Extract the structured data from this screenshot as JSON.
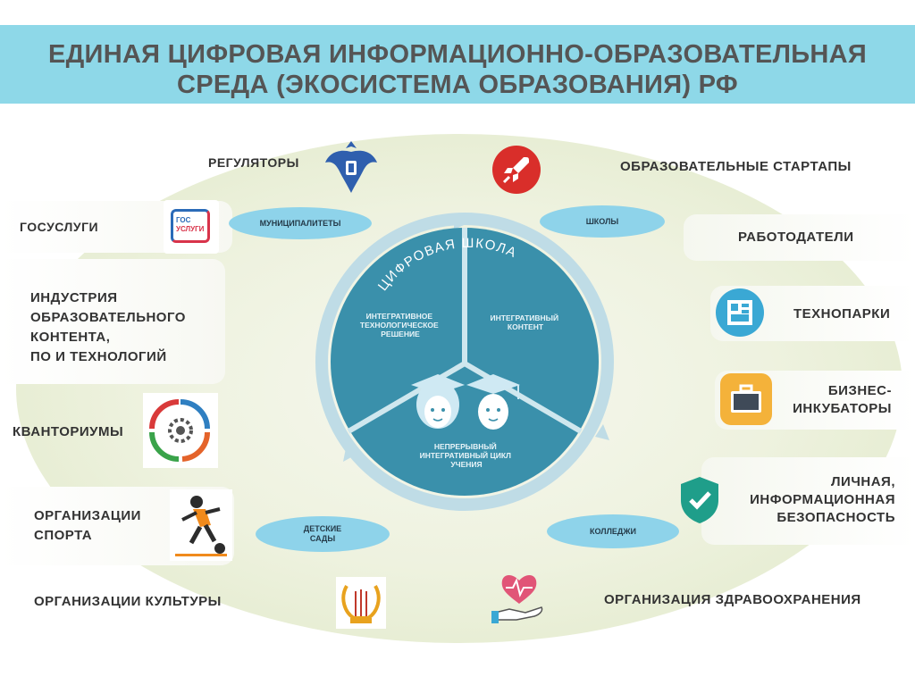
{
  "title": {
    "line1": "ЕДИНАЯ ЦИФРОВАЯ ИНФОРМАЦИОННО-ОБРАЗОВАТЕЛЬНАЯ",
    "line2": "СРЕДА (ЭКОСИСТЕМА ОБРАЗОВАНИЯ) РФ"
  },
  "left": {
    "regulators": "РЕГУЛЯТОРЫ",
    "gosuslugi": "ГОСУСЛУГИ",
    "industry": [
      "ИНДУСТРИЯ",
      "ОБРАЗОВАТЕЛЬНОГО",
      "КОНТЕНТА,",
      "ПО И ТЕХНОЛОГИЙ"
    ],
    "kvantoriums": "КВАНТОРИУМЫ",
    "sport": [
      "ОРГАНИЗАЦИИ",
      "СПОРТА"
    ],
    "culture": "ОРГАНИЗАЦИИ КУЛЬТУРЫ"
  },
  "right": {
    "startups": "ОБРАЗОВАТЕЛЬНЫЕ СТАРТАПЫ",
    "employers": "РАБОТОДАТЕЛИ",
    "technoparks": "ТЕХНОПАРКИ",
    "incubators": [
      "БИЗНЕС-",
      "ИНКУБАТОРЫ"
    ],
    "security": [
      "ЛИЧНАЯ,",
      "ИНФОРМАЦИОННАЯ",
      "БЕЗОПАСНОСТЬ"
    ],
    "health": "ОРГАНИЗАЦИЯ ЗДРАВООХРАНЕНИЯ"
  },
  "pills": {
    "municipalities": "МУНИЦИПАЛИТЕТЫ",
    "schools": "ШКОЛЫ",
    "kindergartens": [
      "ДЕТСКИЕ",
      "САДЫ"
    ],
    "colleges": "КОЛЛЕДЖИ"
  },
  "center": {
    "arc_title": "ЦИФРОВАЯ ШКОЛА",
    "segment_left": [
      "ИНТЕГРАТИВНОЕ",
      "ТЕХНОЛОГИЧЕСКОЕ",
      "РЕШЕНИЕ"
    ],
    "segment_right": [
      "ИНТЕГРАТИВНЫЙ",
      "КОНТЕНТ"
    ],
    "segment_bottom": [
      "НЕПРЕРЫВНЫЙ",
      "ИНТЕГРАТИВНЫЙ ЦИКЛ",
      "УЧЕНИЯ"
    ]
  },
  "icons": {
    "gosuslugi_logo": [
      "ГОС",
      "УСЛУГИ"
    ]
  },
  "colors": {
    "header": "#8ed8e8",
    "circle": "#3a90ab",
    "ring": "#bfdce6",
    "pill": "#8ed3ea",
    "startup_red": "#d92e2a",
    "technopark_blue": "#3aa8d4",
    "security_green": "#1f9e8a"
  }
}
